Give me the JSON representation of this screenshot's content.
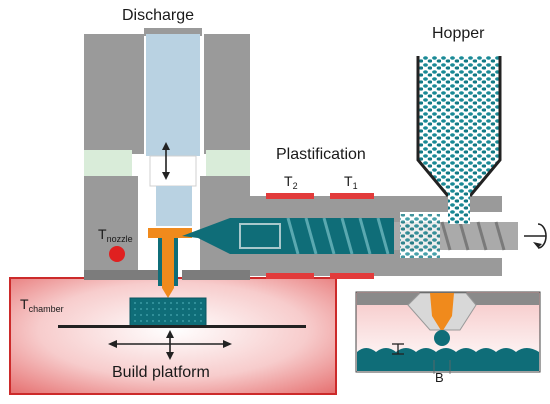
{
  "labels": {
    "discharge": "Discharge",
    "hopper": "Hopper",
    "plastification": "Plastification",
    "build_platform": "Build platform",
    "t2": "T",
    "t2_sub": "2",
    "t1": "T",
    "t1_sub": "1",
    "t_nozzle": "T",
    "t_nozzle_sub": "nozzle",
    "t_chamber": "T",
    "t_chamber_sub": "chamber",
    "b_dimension": "B"
  },
  "colors": {
    "housing_gray": "#9a9a9a",
    "housing_dark": "#7c7c7c",
    "piston_blue": "#b9d2e2",
    "cooling_green": "#d9ecd9",
    "screw_teal": "#0f6d78",
    "granulate_teal": "#1a8a96",
    "nozzle_orange": "#f08a1c",
    "heater_red": "#e23b3b",
    "chamber_pink": "#f2a8a8",
    "chamber_border": "#cc2a2a"
  },
  "icons": {
    "vertical_arrow": "double-arrow-vertical-icon",
    "screw_rotation": "rotation-arrow-icon",
    "platform_cross_arrow": "cross-arrow-icon"
  }
}
